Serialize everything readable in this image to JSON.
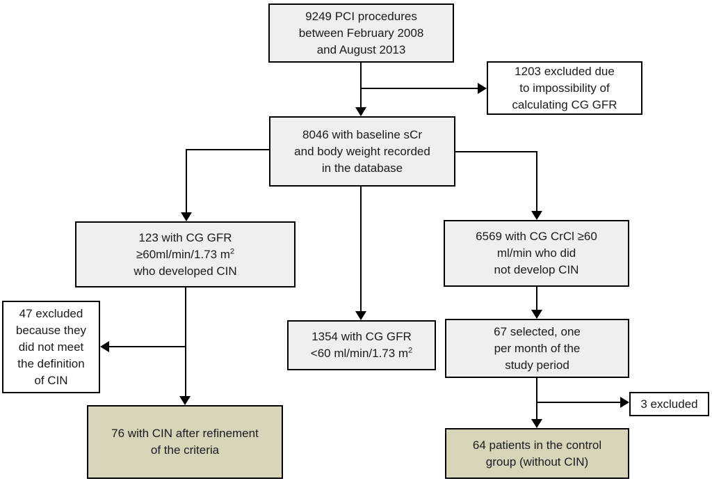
{
  "figure": {
    "type": "patient-flow-diagram",
    "colors": {
      "box_fill_gray": "#efefef",
      "box_fill_tan": "#d8d4b9",
      "box_fill_white": "#ffffff",
      "line": "#000000",
      "text": "#1a1a1a"
    },
    "boxes": {
      "procedures": {
        "count": 9249,
        "lines": [
          "9249 PCI procedures",
          "between February 2008",
          "and August 2013"
        ]
      },
      "excluded_1203": {
        "count": 1203,
        "lines": [
          "1203 excluded due",
          "to impossibility of",
          "calculating CG GFR"
        ]
      },
      "baseline_8046": {
        "count": 8046,
        "lines": [
          "8046 with baseline sCr",
          "and body weight recorded",
          "in the database"
        ]
      },
      "cin_123": {
        "count": 123,
        "lines": [
          "123 with CG GFR",
          "≥60ml/min/1.73 m^{2}",
          "who developed CIN"
        ]
      },
      "nocin_6569": {
        "count": 6569,
        "lines": [
          "6569 with CG CrCl ≥60",
          "ml/min who did",
          "not develop CIN"
        ]
      },
      "excluded_47": {
        "count": 47,
        "lines": [
          "47 excluded",
          "because they",
          "did not meet",
          "the definition",
          "of CIN"
        ]
      },
      "gfr_1354": {
        "count": 1354,
        "lines": [
          "1354 with CG GFR",
          "<60 ml/min/1.73 m^{2}"
        ]
      },
      "selected_67": {
        "count": 67,
        "lines": [
          "67 selected, one",
          "per month of the",
          "study period"
        ]
      },
      "excluded_3": {
        "count": 3,
        "lines": [
          "3 excluded"
        ]
      },
      "cin_76": {
        "count": 76,
        "lines": [
          "76 with CIN after refinement",
          "of the criteria"
        ]
      },
      "control_64": {
        "count": 64,
        "lines": [
          "64 patients in the control",
          "group (without CIN)"
        ]
      }
    }
  }
}
